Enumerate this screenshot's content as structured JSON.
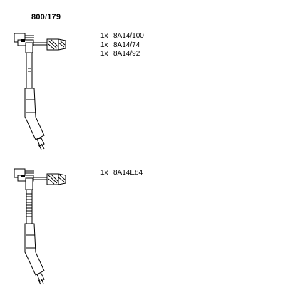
{
  "title": "800/179",
  "groups": [
    {
      "parts": [
        {
          "qty": "1x",
          "code": "8A14/100"
        },
        {
          "qty": "1x",
          "code": "8A14/74"
        },
        {
          "qty": "1x",
          "code": "8A14/92"
        }
      ]
    },
    {
      "parts": [
        {
          "qty": "1x",
          "code": "8A14E84"
        }
      ]
    }
  ],
  "colors": {
    "line": "#000000",
    "background": "#ffffff"
  }
}
